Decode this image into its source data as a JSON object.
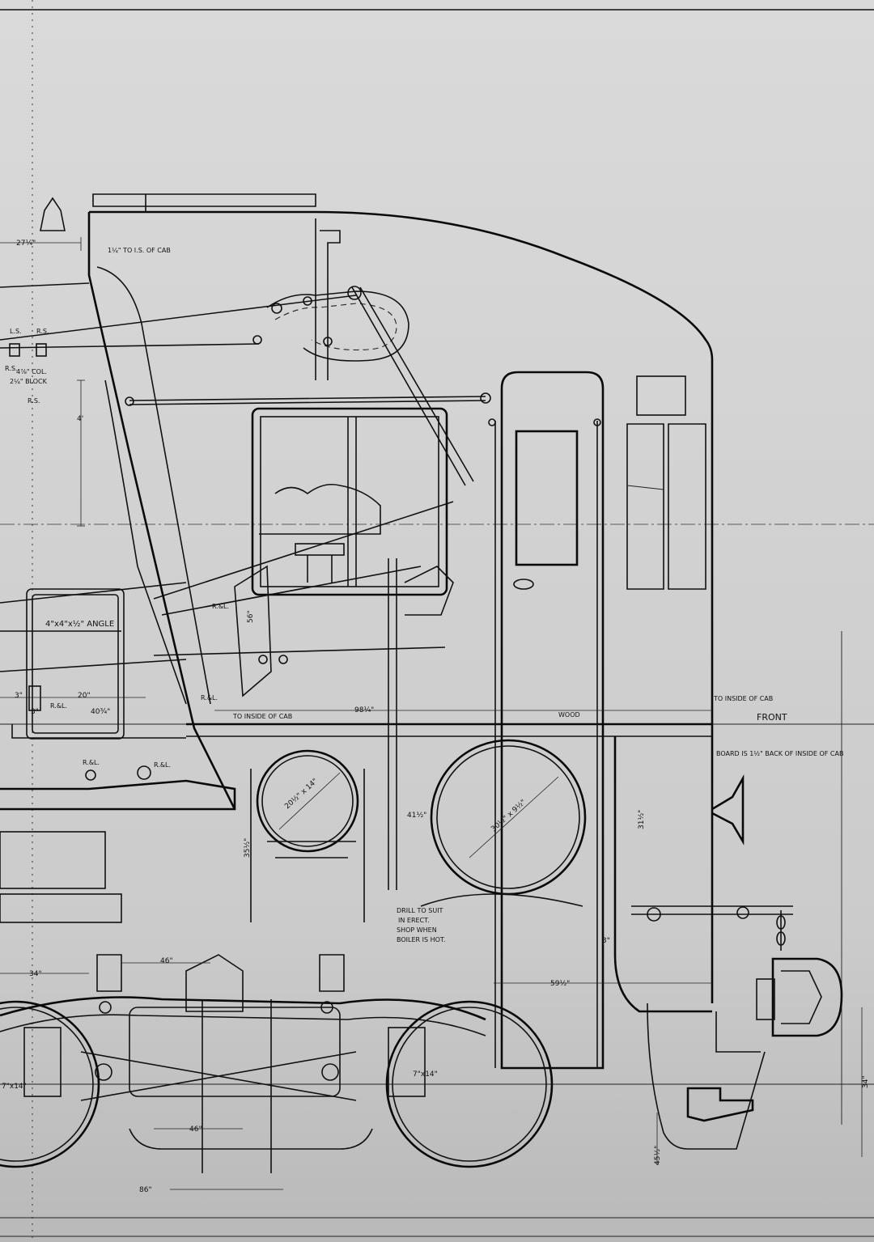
{
  "drawing": {
    "labels": {
      "cab_ref_top": "1¼\" TO I.S. OF CAB",
      "dim_27": "27¼\"",
      "ls": "L.S.",
      "rs": "R.S.",
      "rs_small": "R.S.",
      "col_block_rs": "R.S.",
      "col_block_1": "4⅞\" COL.",
      "col_block_2": "2¼\" BLOCK",
      "rs_mid": "R.S.",
      "dim_4": "4'",
      "angle": "4\"x4\"x½\" ANGLE",
      "rl_1": "R.&L.",
      "rl_2": "R.&L.",
      "rl_3": "R.&L.",
      "rl_4": "R.&L.",
      "rl_5": "R.&L.",
      "dim_3a": "3\"",
      "dim_3b": "3\"",
      "dim_20": "20\"",
      "dim_40": "40¾\"",
      "to_inside_cab": "TO INSIDE OF CAB",
      "dim_98": "98¼\"",
      "wood": "WOOD",
      "to_inside_cab_right": "TO INSIDE OF CAB",
      "front": "FRONT",
      "board": "BOARD IS 1½\" BACK OF INSIDE OF CAB",
      "ring_left": "20½\" x 14\"",
      "ring_right": "30½\" x 9½\"",
      "dim_41": "41½\"",
      "dim_31": "31½\"",
      "drill_1": "DRILL TO SUIT",
      "drill_2": "IN ERECT.",
      "drill_3": "SHOP WHEN",
      "drill_4": "BOILER IS HOT.",
      "dim_34": "34\"",
      "dim_46a": "46\"",
      "dim_59": "59½\"",
      "dim_46b": "46\"",
      "dim_86": "86\"",
      "journal_left": "7\"x14\"",
      "journal_right": "7\"x14\"",
      "dim_34_right": "34\"",
      "dim_45": "45½\"",
      "dim_56": "56\"",
      "dim_35": "35½\"",
      "dim_3": "3\""
    }
  }
}
